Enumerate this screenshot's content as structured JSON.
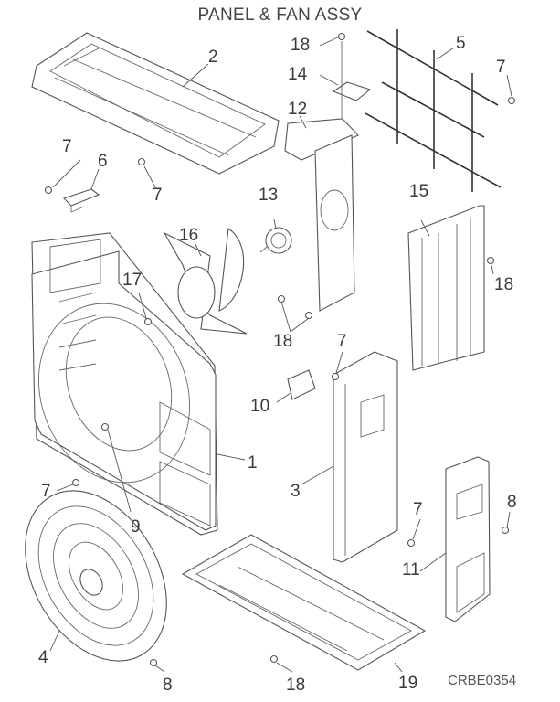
{
  "title": "PANEL & FAN ASSY",
  "drawing_code": "CRBE0354",
  "callouts": {
    "c1": "1",
    "c2": "2",
    "c3": "3",
    "c4": "4",
    "c5": "5",
    "c6": "6",
    "c7a": "7",
    "c7b": "7",
    "c7c": "7",
    "c7d": "7",
    "c7e": "7",
    "c7f": "7",
    "c8a": "8",
    "c8b": "8",
    "c9": "9",
    "c10": "10",
    "c11": "11",
    "c12": "12",
    "c13": "13",
    "c14": "14",
    "c15": "15",
    "c16": "16",
    "c17": "17",
    "c18a": "18",
    "c18b": "18",
    "c18c": "18",
    "c18d": "18",
    "c19": "19"
  }
}
